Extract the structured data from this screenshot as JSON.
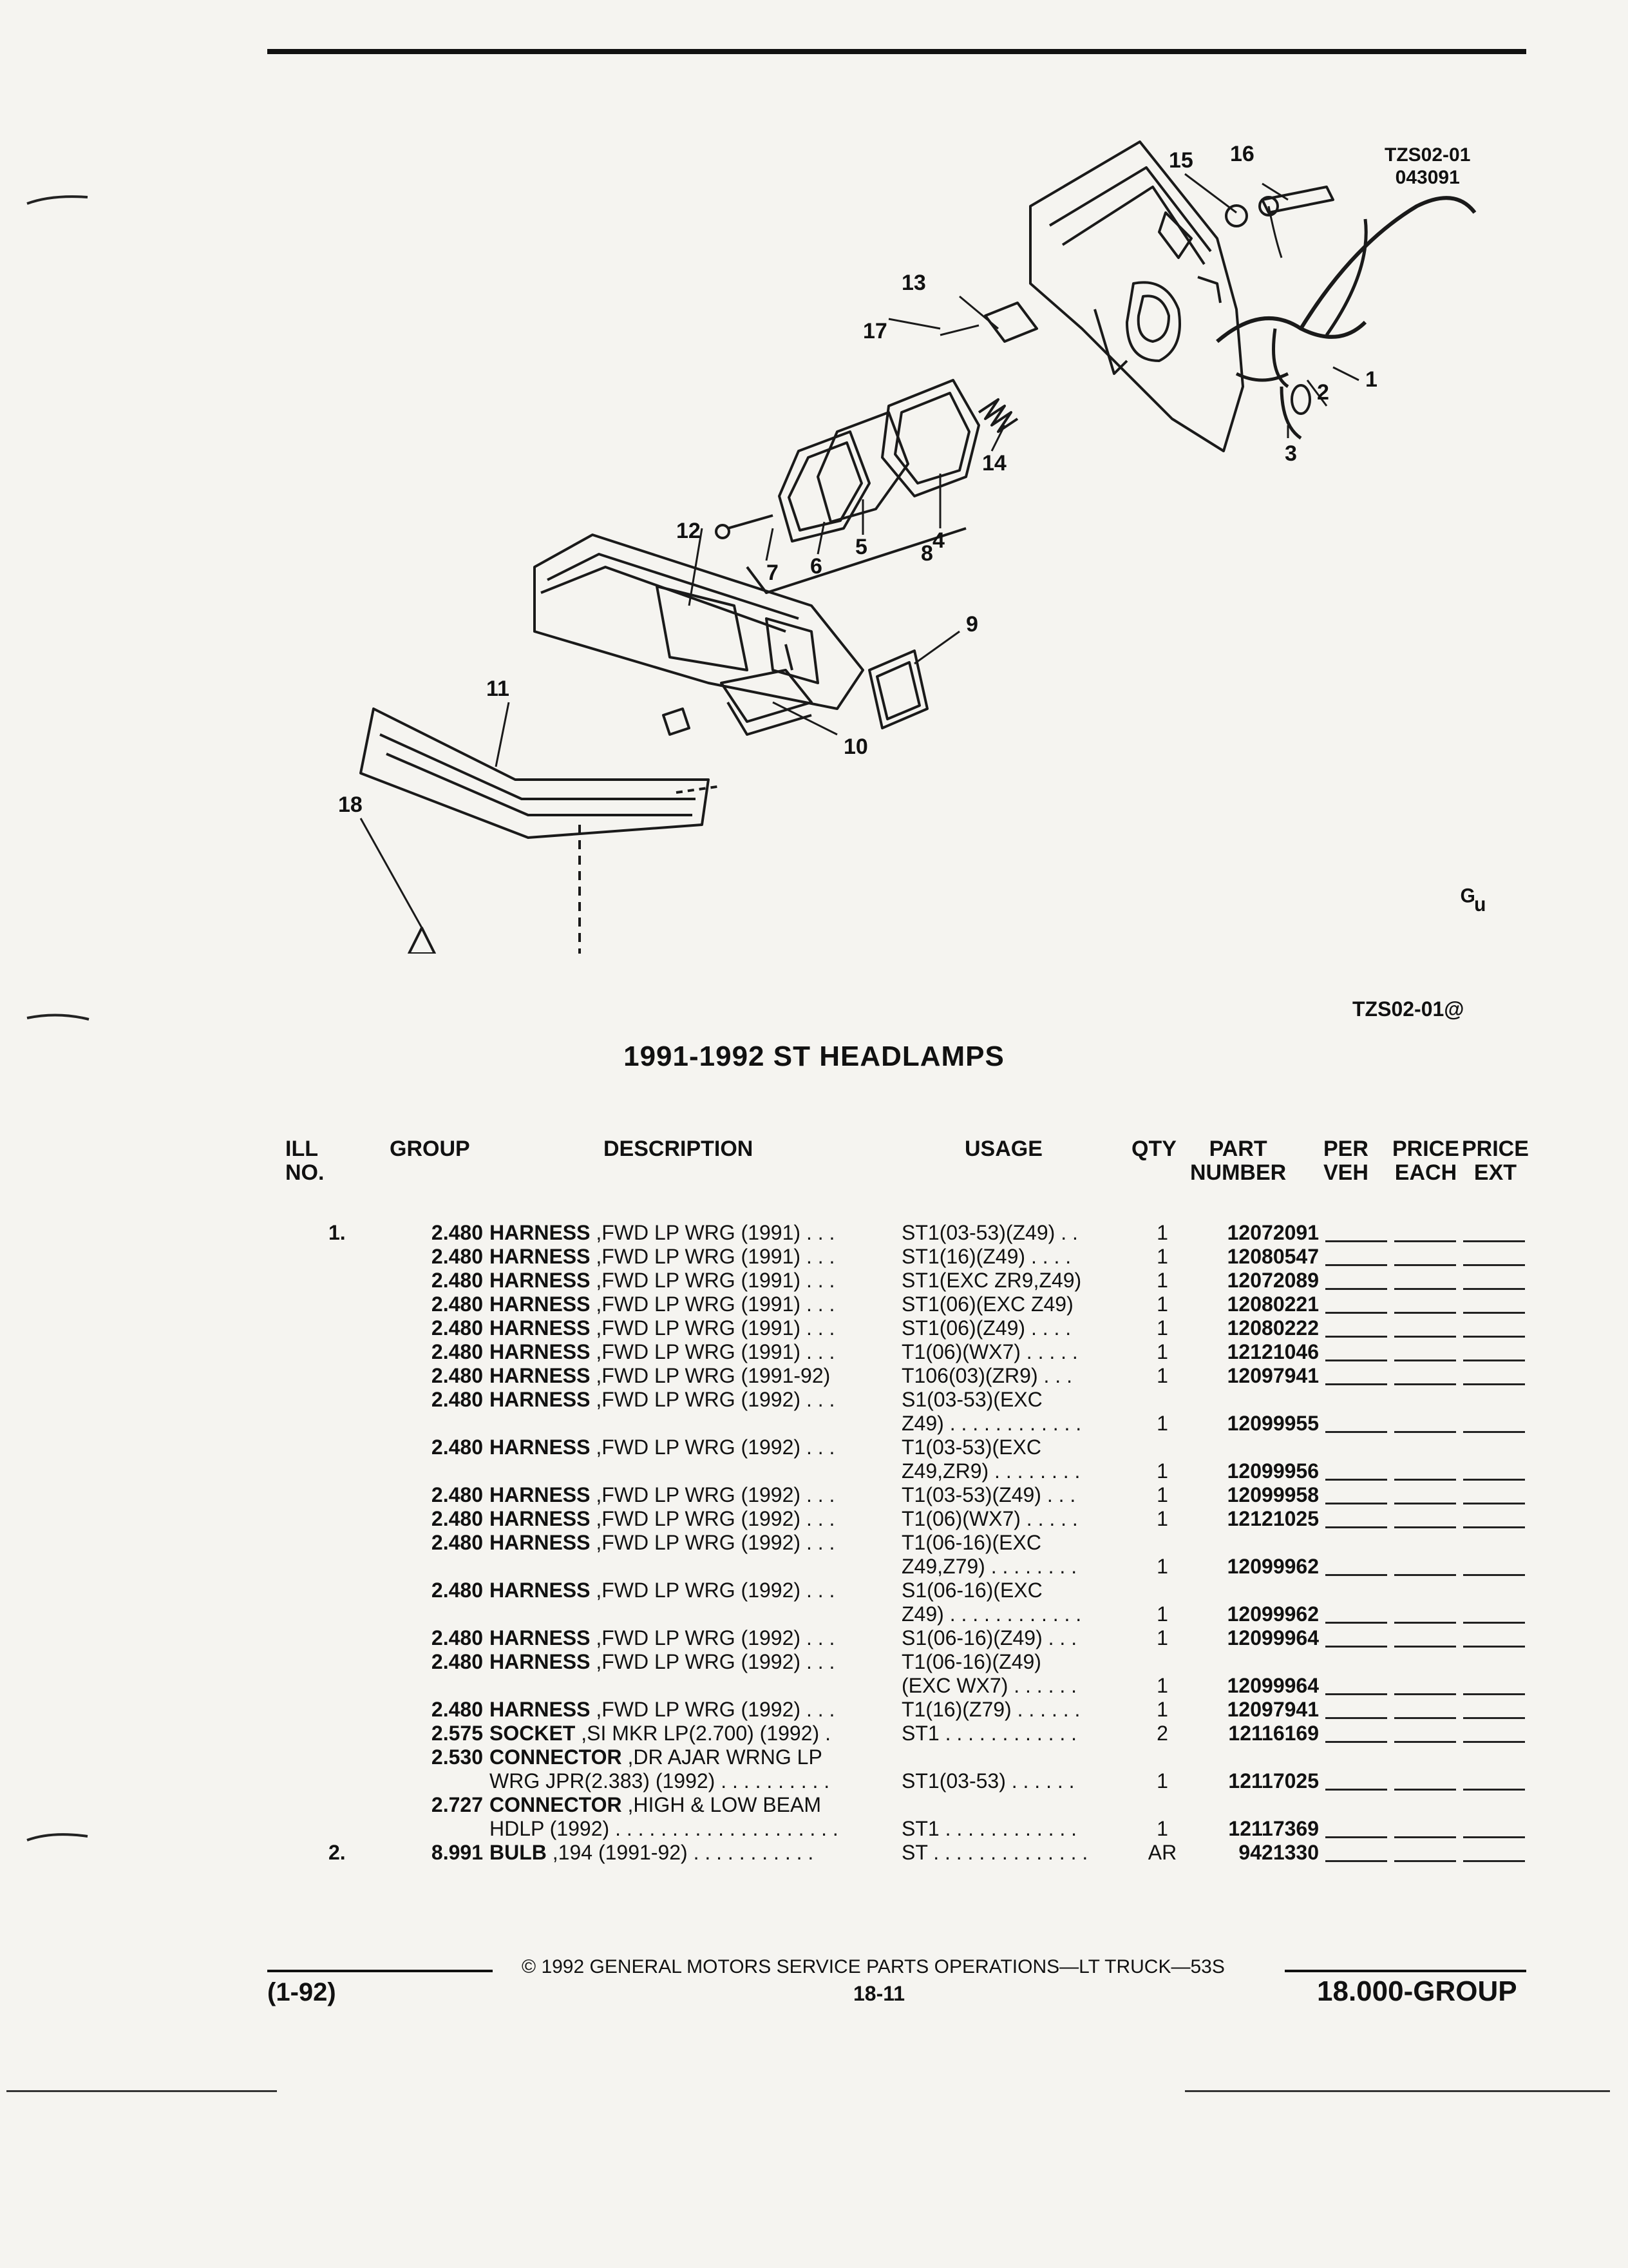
{
  "figure": {
    "id_line1": "TZS02-01",
    "id_line2": "043091",
    "reference": "TZS02-01@",
    "logo": "ᴳᵤ",
    "callouts": [
      "1",
      "2",
      "3",
      "4",
      "5",
      "6",
      "7",
      "8",
      "9",
      "10",
      "11",
      "12",
      "13",
      "14",
      "15",
      "16",
      "17",
      "18"
    ]
  },
  "title": "1991-1992 ST HEADLAMPS",
  "columns": {
    "ill": [
      "ILL",
      "NO."
    ],
    "group": "GROUP",
    "description": "DESCRIPTION",
    "usage": "USAGE",
    "qty": "QTY",
    "part": [
      "PART",
      "NUMBER"
    ],
    "per": [
      "PER",
      "VEH"
    ],
    "price_each": [
      "PRICE",
      "EACH"
    ],
    "price_ext": [
      "PRICE",
      "EXT"
    ]
  },
  "rows": [
    {
      "ill": "1.",
      "group": "2.480",
      "name": "HARNESS",
      "desc": ",FWD LP WRG (1991) . . .",
      "usage": "ST1(03-53)(Z49) . .",
      "qty": "1",
      "part": "12072091",
      "blanks": true
    },
    {
      "ill": "",
      "group": "2.480",
      "name": "HARNESS",
      "desc": ",FWD LP WRG (1991) . . .",
      "usage": "ST1(16)(Z49)  . . . .",
      "qty": "1",
      "part": "12080547",
      "blanks": true
    },
    {
      "ill": "",
      "group": "2.480",
      "name": "HARNESS",
      "desc": ",FWD LP WRG (1991) . . .",
      "usage": "ST1(EXC ZR9,Z49)",
      "qty": "1",
      "part": "12072089",
      "blanks": true
    },
    {
      "ill": "",
      "group": "2.480",
      "name": "HARNESS",
      "desc": ",FWD LP WRG (1991) . . .",
      "usage": "ST1(06)(EXC Z49)",
      "qty": "1",
      "part": "12080221",
      "blanks": true
    },
    {
      "ill": "",
      "group": "2.480",
      "name": "HARNESS",
      "desc": ",FWD LP WRG (1991) . . .",
      "usage": "ST1(06)(Z49)  . . . .",
      "qty": "1",
      "part": "12080222",
      "blanks": true
    },
    {
      "ill": "",
      "group": "2.480",
      "name": "HARNESS",
      "desc": ",FWD LP WRG (1991) . . .",
      "usage": "T1(06)(WX7)  . . . . .",
      "qty": "1",
      "part": "12121046",
      "blanks": true
    },
    {
      "ill": "",
      "group": "2.480",
      "name": "HARNESS",
      "desc": ",FWD LP WRG (1991-92)",
      "usage": "T106(03)(ZR9)  . . .",
      "qty": "1",
      "part": "12097941",
      "blanks": true
    },
    {
      "ill": "",
      "group": "2.480",
      "name": "HARNESS",
      "desc": ",FWD LP WRG (1992) . . .",
      "usage": "S1(03-53)(EXC",
      "qty": "",
      "part": "",
      "blanks": false
    },
    {
      "ill": "",
      "group": "",
      "name": "",
      "desc": "",
      "usage": "Z49)  . . . . . . . . . . . .",
      "qty": "1",
      "part": "12099955",
      "blanks": true
    },
    {
      "ill": "",
      "group": "2.480",
      "name": "HARNESS",
      "desc": ",FWD LP WRG (1992) . . .",
      "usage": "T1(03-53)(EXC",
      "qty": "",
      "part": "",
      "blanks": false
    },
    {
      "ill": "",
      "group": "",
      "name": "",
      "desc": "",
      "usage": "Z49,ZR9)  . . . . . . . .",
      "qty": "1",
      "part": "12099956",
      "blanks": true
    },
    {
      "ill": "",
      "group": "2.480",
      "name": "HARNESS",
      "desc": ",FWD LP WRG (1992) . . .",
      "usage": "T1(03-53)(Z49)  . . .",
      "qty": "1",
      "part": "12099958",
      "blanks": true
    },
    {
      "ill": "",
      "group": "2.480",
      "name": "HARNESS",
      "desc": ",FWD LP WRG (1992) . . .",
      "usage": "T1(06)(WX7)  . . . . .",
      "qty": "1",
      "part": "12121025",
      "blanks": true
    },
    {
      "ill": "",
      "group": "2.480",
      "name": "HARNESS",
      "desc": ",FWD LP WRG (1992) . . .",
      "usage": "T1(06-16)(EXC",
      "qty": "",
      "part": "",
      "blanks": false
    },
    {
      "ill": "",
      "group": "",
      "name": "",
      "desc": "",
      "usage": "Z49,Z79)  . . . . . . . .",
      "qty": "1",
      "part": "12099962",
      "blanks": true
    },
    {
      "ill": "",
      "group": "2.480",
      "name": "HARNESS",
      "desc": ",FWD LP WRG (1992) . . .",
      "usage": "S1(06-16)(EXC",
      "qty": "",
      "part": "",
      "blanks": false
    },
    {
      "ill": "",
      "group": "",
      "name": "",
      "desc": "",
      "usage": "Z49)  . . . . . . . . . . . .",
      "qty": "1",
      "part": "12099962",
      "blanks": true
    },
    {
      "ill": "",
      "group": "2.480",
      "name": "HARNESS",
      "desc": ",FWD LP WRG (1992) . . .",
      "usage": "S1(06-16)(Z49)  . . .",
      "qty": "1",
      "part": "12099964",
      "blanks": true
    },
    {
      "ill": "",
      "group": "2.480",
      "name": "HARNESS",
      "desc": ",FWD LP WRG (1992) . . .",
      "usage": "T1(06-16)(Z49)",
      "qty": "",
      "part": "",
      "blanks": false
    },
    {
      "ill": "",
      "group": "",
      "name": "",
      "desc": "",
      "usage": "(EXC WX7)  . . . . . .",
      "qty": "1",
      "part": "12099964",
      "blanks": true
    },
    {
      "ill": "",
      "group": "2.480",
      "name": "HARNESS",
      "desc": ",FWD LP WRG (1992) . . .",
      "usage": "T1(16)(Z79)  . . . . . .",
      "qty": "1",
      "part": "12097941",
      "blanks": true
    },
    {
      "ill": "",
      "group": "2.575",
      "name": "SOCKET",
      "desc": ",SI MKR LP(2.700) (1992) .",
      "usage": "ST1  . . . . . . . . . . . .",
      "qty": "2",
      "part": "12116169",
      "blanks": true
    },
    {
      "ill": "",
      "group": "2.530",
      "name": "CONNECTOR",
      "desc": ",DR AJAR WRNG LP",
      "usage": "",
      "qty": "",
      "part": "",
      "blanks": false
    },
    {
      "ill": "",
      "group": "",
      "name": "",
      "desc": "WRG JPR(2.383) (1992)  . . . . . . . . . .",
      "usage": "ST1(03-53)  . . . . . .",
      "qty": "1",
      "part": "12117025",
      "blanks": true
    },
    {
      "ill": "",
      "group": "2.727",
      "name": "CONNECTOR",
      "desc": ",HIGH & LOW BEAM",
      "usage": "",
      "qty": "",
      "part": "",
      "blanks": false
    },
    {
      "ill": "",
      "group": "",
      "name": "",
      "desc": "HDLP (1992) . . . . . . . . . . . . . . . . . . . .",
      "usage": "ST1  . . . . . . . . . . . .",
      "qty": "1",
      "part": "12117369",
      "blanks": true
    },
    {
      "ill": "2.",
      "group": "8.991",
      "name": "BULB",
      "desc": ",194 (1991-92)  . . . . . . . . . . .",
      "usage": "ST  . . . . . . . . . . . . . .",
      "qty": "AR",
      "part": "9421330",
      "blanks": true
    }
  ],
  "footer": {
    "copyright": "©  1992  GENERAL MOTORS SERVICE PARTS OPERATIONS—LT TRUCK—53S",
    "left": "(1-92)",
    "page": "18-11",
    "right": "18.000-GROUP"
  }
}
